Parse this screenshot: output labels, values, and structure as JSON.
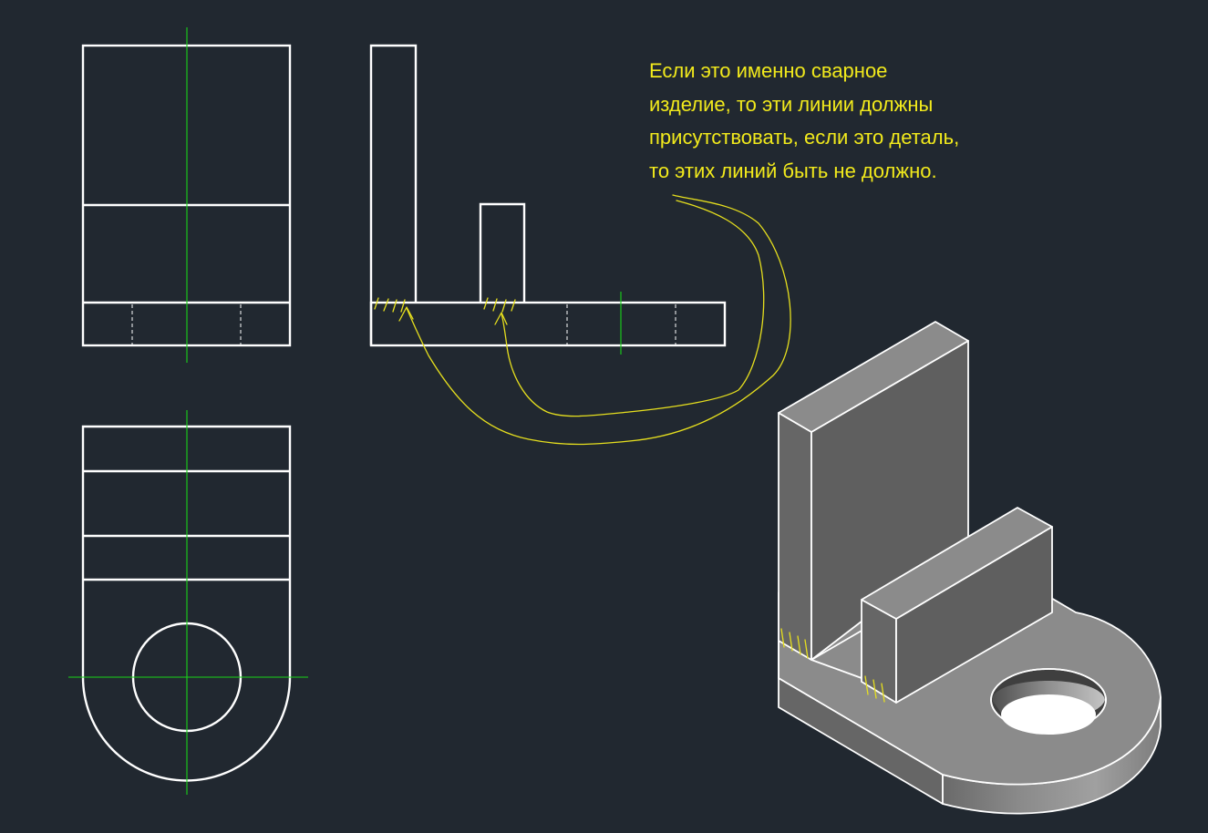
{
  "annotation": {
    "lines": [
      "Если это именно сварное",
      "изделие, то эти линии должны",
      "присутствовать, если это деталь,",
      "то этих линий быть не должно."
    ],
    "color": "#f2ea1c"
  },
  "colors": {
    "background": "#212830",
    "object_lines": "#ffffff",
    "center_lines": "#19d319",
    "markup": "#e6df1e"
  }
}
